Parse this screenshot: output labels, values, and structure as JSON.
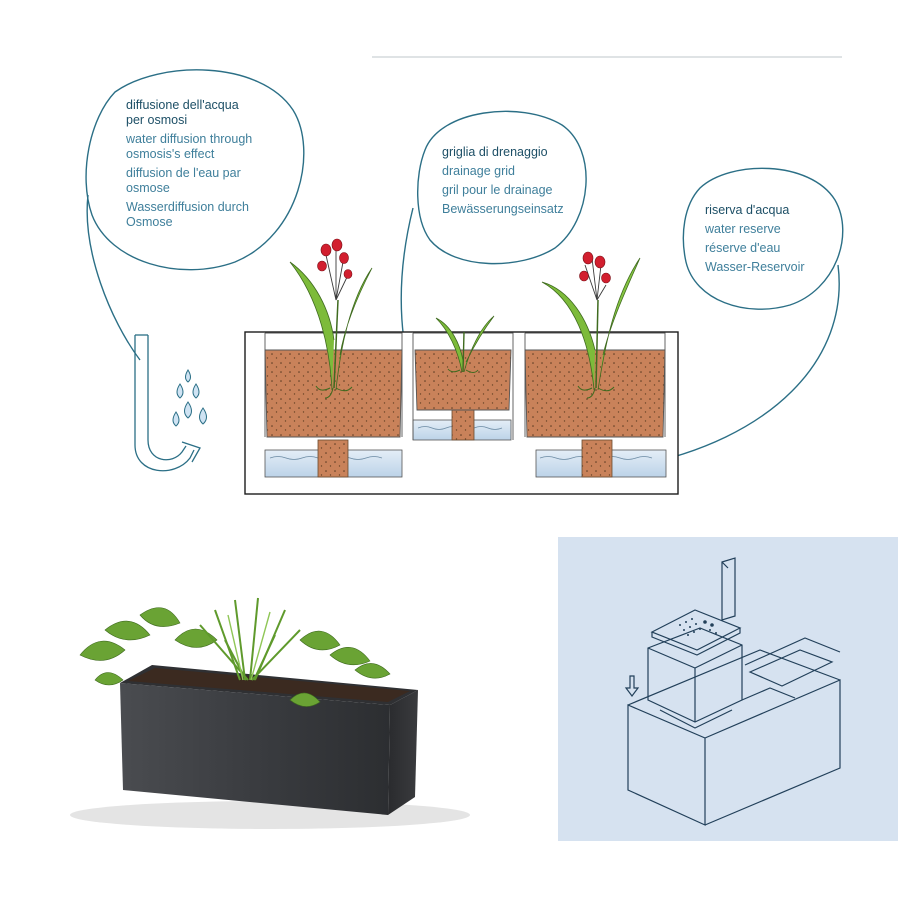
{
  "callouts": {
    "osmosis": {
      "title_lines": [
        "diffusione dell'acqua",
        "per osmosi"
      ],
      "translations": [
        [
          "water diffusion through",
          "osmosis's effect"
        ],
        [
          "diffusion de l'eau par",
          "osmose"
        ],
        [
          "Wasserdiffusion durch",
          "Osmose"
        ]
      ]
    },
    "drainage": {
      "title": "griglia di drenaggio",
      "translations": [
        "drainage grid",
        "gril pour le drainage",
        "Bewässerungseinsatz"
      ]
    },
    "reserve": {
      "title": "riserva d'acqua",
      "translations": [
        "water reserve",
        "réserve d'eau",
        "Wasser-Reservoir"
      ]
    }
  },
  "colors": {
    "callout_line": "#2b6f86",
    "callout_title": "#1d4f66",
    "callout_text": "#3f7f9b",
    "soil": "#c9825a",
    "water": "#cfe0ee",
    "panel_bg": "#d6e2f0",
    "planter": "#3b3d40",
    "flower": "#d21f2f",
    "leaf": "#7dbb3a"
  },
  "icons": [
    "water-drops-icon",
    "u-tube-icon",
    "flower-icon",
    "planter-photo",
    "assembly-drawing",
    "down-arrow-icon"
  ]
}
